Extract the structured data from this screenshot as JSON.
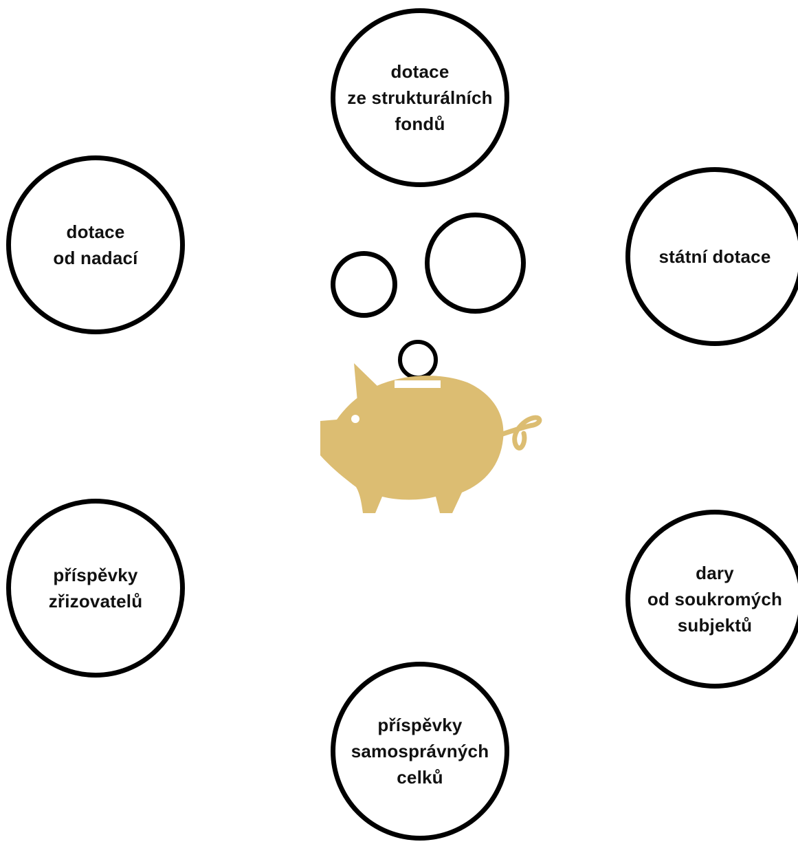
{
  "diagram": {
    "nodes": [
      {
        "id": "structural",
        "label": "dotace\nze strukturálních\nfondů"
      },
      {
        "id": "foundations",
        "label": "dotace\nod nadací"
      },
      {
        "id": "state",
        "label": "státní dotace"
      },
      {
        "id": "founders",
        "label": "příspěvky\nzřizovatelů"
      },
      {
        "id": "private",
        "label": "dary\nod soukromých\nsubjektů"
      },
      {
        "id": "municipal",
        "label": "příspěvky\nsamosprávných\ncelků"
      }
    ],
    "center_icon": "piggy-bank-icon",
    "coin_icon": "coin-icon"
  },
  "colors": {
    "outline": "#000000",
    "text": "#111111",
    "piggy": "#dcbd72",
    "background": "#ffffff"
  }
}
